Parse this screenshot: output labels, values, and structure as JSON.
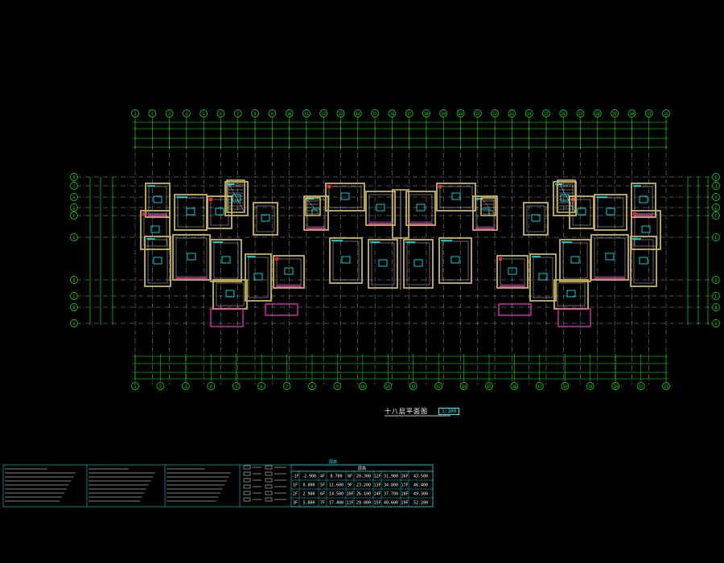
{
  "drawing": {
    "title": "十八层平面图",
    "scale": "1:100",
    "axis_top": [
      "1",
      "2",
      "3",
      "4",
      "5",
      "6",
      "7",
      "8",
      "9",
      "10",
      "11",
      "12",
      "13",
      "14",
      "15",
      "16",
      "17",
      "18",
      "19",
      "20",
      "21",
      "22",
      "23",
      "24",
      "25",
      "26",
      "27",
      "28",
      "29",
      "30",
      "31",
      "32"
    ],
    "axis_bottom": [
      "1",
      "2",
      "3",
      "4",
      "5",
      "6",
      "7",
      "8",
      "9",
      "10",
      "11",
      "12",
      "13",
      "14",
      "15",
      "16",
      "17",
      "18",
      "19",
      "20",
      "21",
      "22"
    ],
    "axis_rows_left": [
      "K",
      "J",
      "H",
      "G",
      "F",
      "E",
      "D",
      "C",
      "B",
      "A"
    ],
    "axis_rows_right": [
      "K",
      "J",
      "H",
      "G",
      "F",
      "E",
      "D",
      "C",
      "B",
      "A"
    ]
  },
  "table": {
    "header": "层高",
    "rows": [
      [
        "-1F",
        "-2.900",
        "4F",
        "8.700",
        "8F",
        "20.300",
        "12F",
        "31.900",
        "16F",
        "43.500"
      ],
      [
        "1F",
        "0.000",
        "5F",
        "11.600",
        "9F",
        "23.200",
        "13F",
        "34.800",
        "17F",
        "46.400"
      ],
      [
        "2F",
        "2.900",
        "6F",
        "14.500",
        "10F",
        "26.100",
        "14F",
        "37.700",
        "18F",
        "49.300"
      ],
      [
        "3F",
        "5.800",
        "7F",
        "17.400",
        "11F",
        "29.000",
        "15F",
        "40.600",
        "19F",
        "52.200"
      ]
    ]
  },
  "colors": {
    "wall": "#c8b45a",
    "green": "#00ff00",
    "cyan": "#00ffff",
    "magenta": "#ff33cc",
    "white": "#ffffff",
    "red": "#ff2020"
  }
}
